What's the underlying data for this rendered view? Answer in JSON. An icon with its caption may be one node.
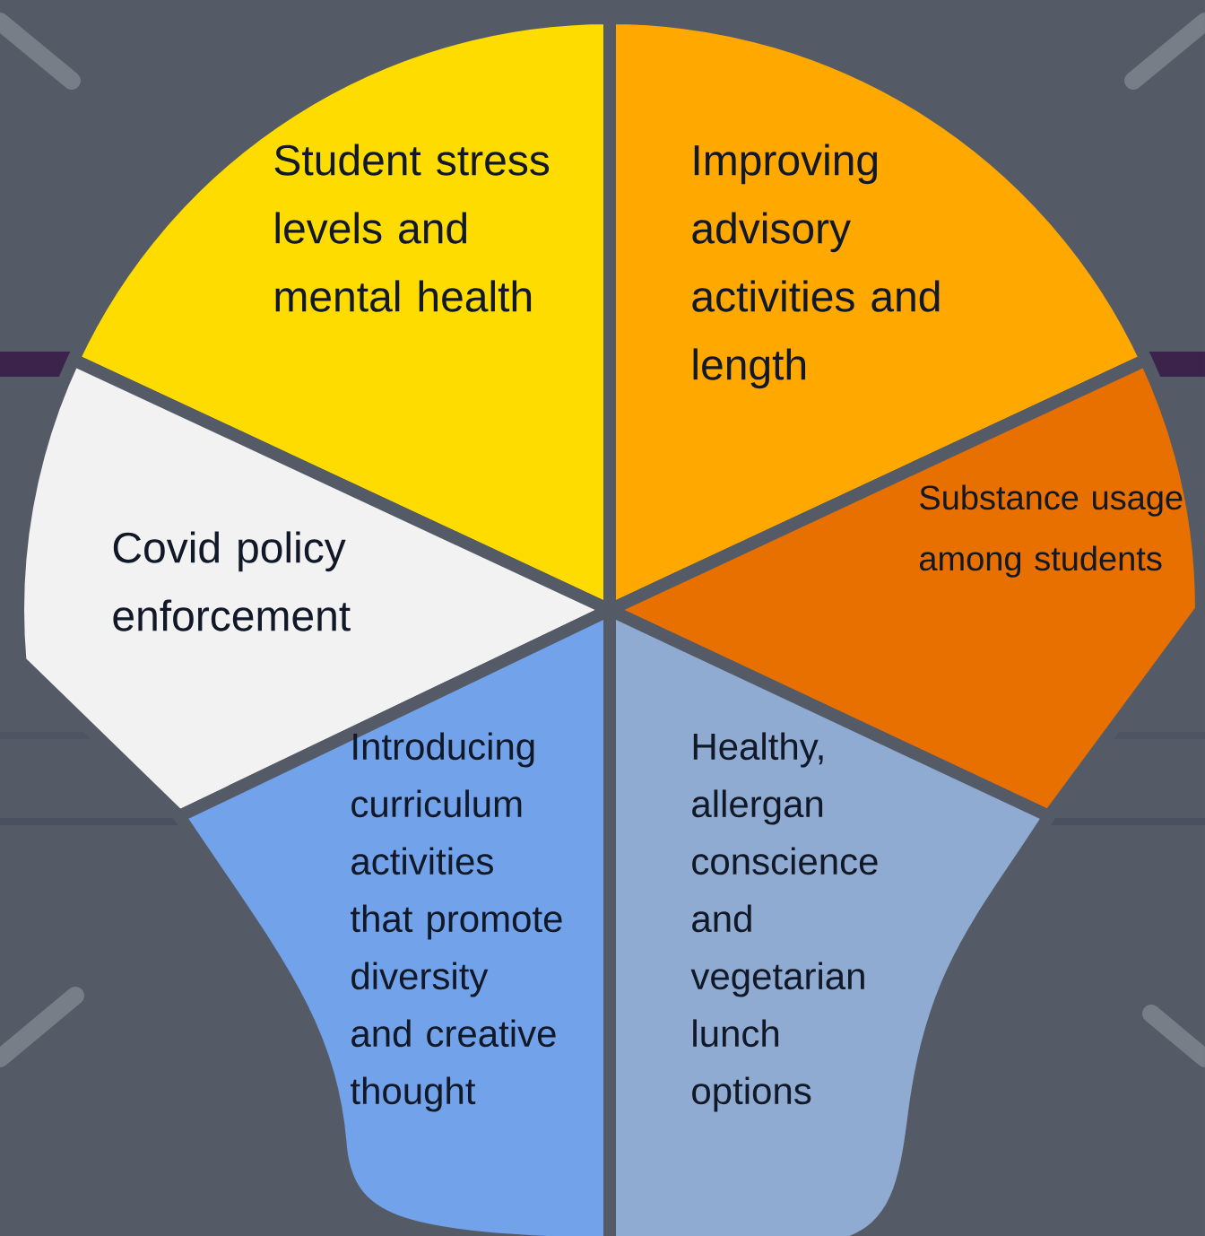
{
  "diagram": {
    "nodes": [
      {
        "text": [
          "Student stress levels and mental health"
        ]
      },
      {
        "text": [
          "Improving advisory activities and length"
        ]
      },
      {
        "text": [
          "Substance usage among students"
        ]
      },
      {
        "text": [
          "Covid policy enforcement"
        ]
      },
      {
        "text": [
          "Introducing curriculum activities that promote diversity and creative thought"
        ]
      },
      {
        "text": [
          "Healthy, allergan conscience and vegetarian lunch options"
        ]
      }
    ]
  }
}
